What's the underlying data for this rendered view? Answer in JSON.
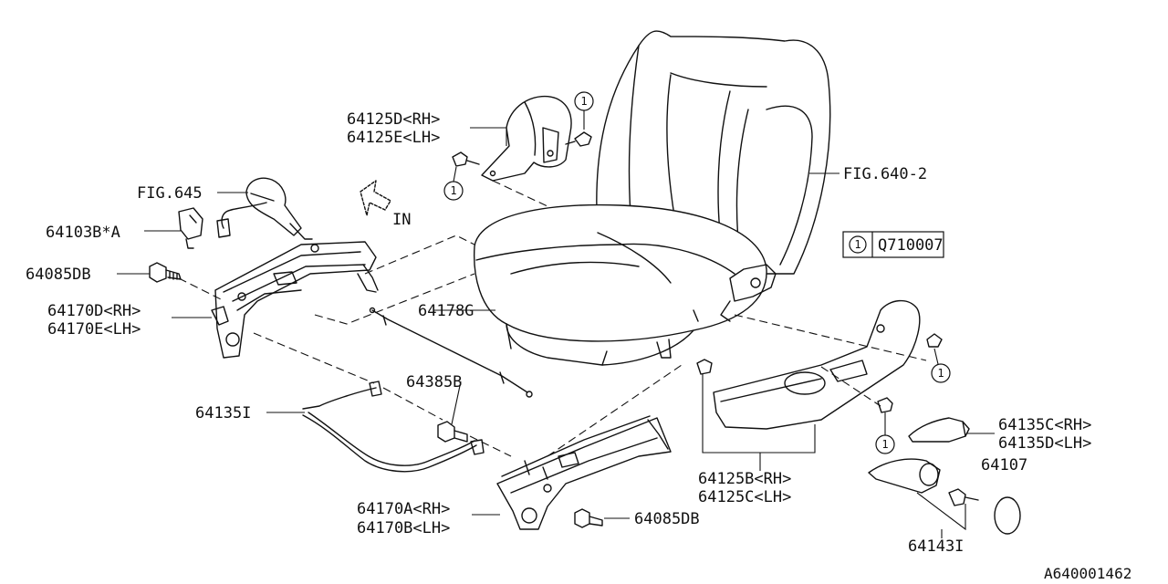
{
  "labels": {
    "p64125d": "64125D<RH>",
    "p64125e": "64125E<LH>",
    "fig645": "FIG.645",
    "p64103b": "64103B*A",
    "p64085db_left": "64085DB",
    "p64170d": "64170D<RH>",
    "p64170e": "64170E<LH>",
    "p64178g": "64178G",
    "p64385b": "64385B",
    "p64135i": "64135I",
    "p64170a": "64170A<RH>",
    "p64170b": "64170B<LH>",
    "p64085db_right": "64085DB",
    "p64125b": "64125B<RH>",
    "p64125c": "64125C<LH>",
    "p64135c": "64135C<RH>",
    "p64135d": "64135D<LH>",
    "p64107": "64107",
    "p64143i": "64143I",
    "fig640_2": "FIG.640-2",
    "in_arrow": "IN",
    "callout_number": "1",
    "legend_number": "1",
    "legend_code": "Q710007",
    "diagram_code": "A640001462"
  },
  "icons": {
    "callout": "circled-number-icon",
    "direction": "hollow-arrow-icon"
  }
}
